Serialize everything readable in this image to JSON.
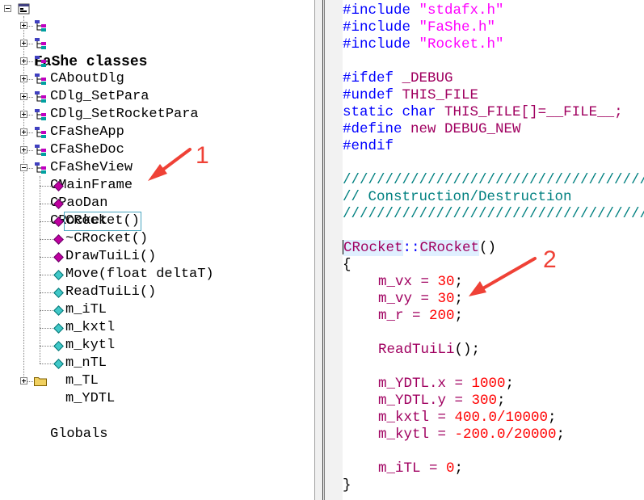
{
  "tree": {
    "root_label": "FaShe classes",
    "classes": [
      {
        "label": "CAboutDlg"
      },
      {
        "label": "CDlg_SetPara"
      },
      {
        "label": "CDlg_SetRocketPara"
      },
      {
        "label": "CFaSheApp"
      },
      {
        "label": "CFaSheDoc"
      },
      {
        "label": "CFaSheView"
      },
      {
        "label": "CMainFrame"
      },
      {
        "label": "CPaoDan"
      }
    ],
    "expanded_class": {
      "label": "CRocket",
      "methods": [
        {
          "label": "CRocket()",
          "selected": true
        },
        {
          "label": "~CRocket()"
        },
        {
          "label": "DrawTuiLi()"
        },
        {
          "label": "Move(float deltaT)"
        },
        {
          "label": "ReadTuiLi()"
        }
      ],
      "fields": [
        {
          "label": "m_iTL"
        },
        {
          "label": "m_kxtl"
        },
        {
          "label": "m_kytl"
        },
        {
          "label": "m_nTL"
        },
        {
          "label": "m_TL"
        },
        {
          "label": "m_YDTL"
        }
      ]
    },
    "globals_label": "Globals"
  },
  "code": {
    "include_kw": "#include",
    "inc1": "\"stdafx.h\"",
    "inc2": "\"FaShe.h\"",
    "inc3": "\"Rocket.h\"",
    "ifdef_kw": "#ifdef",
    "ifdef_arg": "_DEBUG",
    "undef_kw": "#undef",
    "undef_arg": "THIS_FILE",
    "static_kw": "static char",
    "this_file_arr": "THIS_FILE[]=__FILE__;",
    "define_kw": "#define",
    "define_arg": "new DEBUG_NEW",
    "endif_kw": "#endif",
    "comment_bar": "//////////////////////////////////////",
    "comment_text": "// Construction/Destruction",
    "ctor_class": "CRocket",
    "ctor_sep": "::",
    "ctor_name": "CRocket",
    "ctor_parens": "()",
    "brace_open": "{",
    "brace_close": "}",
    "line_vx": {
      "lhs": "m_vx = ",
      "num": "30",
      "end": ";"
    },
    "line_vy": {
      "lhs": "m_vy = ",
      "num": "30",
      "end": ";"
    },
    "line_r": {
      "lhs": "m_r = ",
      "num": "200",
      "end": ";"
    },
    "read_call": {
      "fn": "ReadTuiLi",
      "end": "();"
    },
    "line_ydx": {
      "lhs": "m_YDTL.x = ",
      "num": "1000",
      "end": ";"
    },
    "line_ydy": {
      "lhs": "m_YDTL.y = ",
      "num": "300",
      "end": ";"
    },
    "line_kx": {
      "lhs": "m_kxtl = ",
      "num": "400.0/10000",
      "end": ";"
    },
    "line_ky": {
      "lhs": "m_kytl = ",
      "num": "-200.0/20000",
      "end": ";"
    },
    "line_itl": {
      "lhs": "m_iTL = ",
      "num": "0",
      "end": ";"
    }
  },
  "annotations": {
    "label1": "1",
    "label2": "2",
    "color": "#ef4136"
  }
}
